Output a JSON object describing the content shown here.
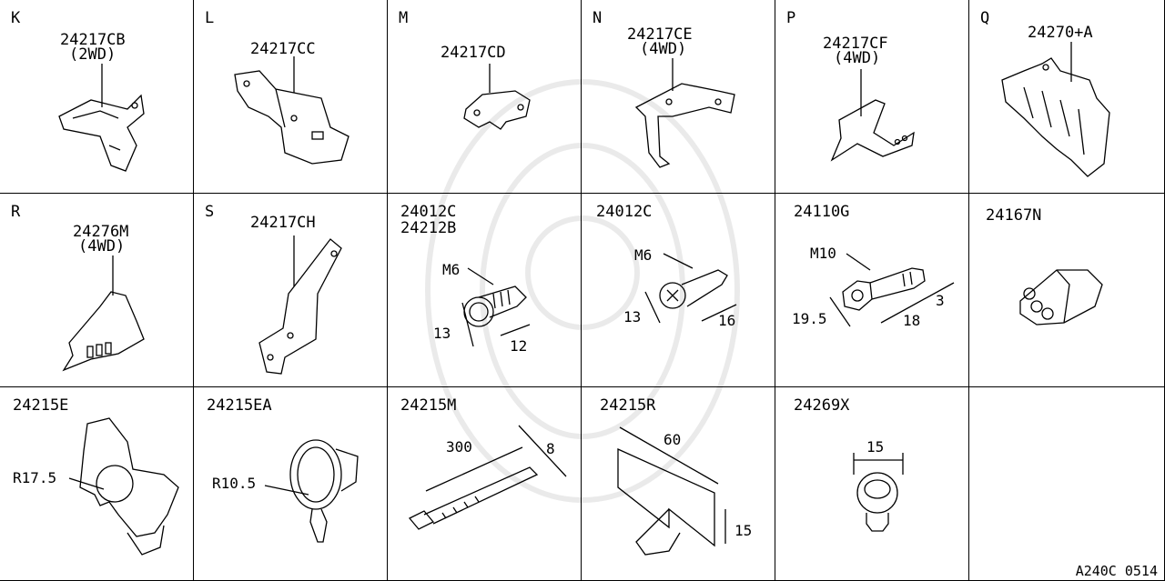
{
  "diagram_code": "A240C 0514",
  "cells": [
    {
      "letter": "K",
      "part": "24217CB",
      "note": "(2WD)",
      "dims": []
    },
    {
      "letter": "L",
      "part": "24217CC",
      "note": "",
      "dims": []
    },
    {
      "letter": "M",
      "part": "24217CD",
      "note": "",
      "dims": []
    },
    {
      "letter": "N",
      "part": "24217CE",
      "note": "(4WD)",
      "dims": []
    },
    {
      "letter": "P",
      "part": "24217CF",
      "note": "(4WD)",
      "dims": []
    },
    {
      "letter": "Q",
      "part": "24270+A",
      "note": "",
      "dims": []
    },
    {
      "letter": "R",
      "part": "24276M",
      "note": "(4WD)",
      "dims": []
    },
    {
      "letter": "S",
      "part": "24217CH",
      "note": "",
      "dims": []
    },
    {
      "letter": "",
      "part": "24012C",
      "part2": "24212B",
      "note": "",
      "dims": [
        "M6",
        "13",
        "12"
      ]
    },
    {
      "letter": "",
      "part": "24012C",
      "note": "",
      "dims": [
        "M6",
        "13",
        "16"
      ]
    },
    {
      "letter": "",
      "part": "24110G",
      "note": "",
      "dims": [
        "M10",
        "19.5",
        "18",
        "3"
      ]
    },
    {
      "letter": "",
      "part": "24167N",
      "note": "",
      "dims": []
    },
    {
      "letter": "",
      "part": "24215E",
      "note": "",
      "dims": [
        "R17.5"
      ]
    },
    {
      "letter": "",
      "part": "24215EA",
      "note": "",
      "dims": [
        "R10.5"
      ]
    },
    {
      "letter": "",
      "part": "24215M",
      "note": "",
      "dims": [
        "300",
        "8"
      ]
    },
    {
      "letter": "",
      "part": "24215R",
      "note": "",
      "dims": [
        "60",
        "15"
      ]
    },
    {
      "letter": "",
      "part": "24269X",
      "note": "",
      "dims": [
        "15"
      ]
    },
    {
      "letter": "",
      "part": "",
      "note": "",
      "dims": []
    }
  ]
}
